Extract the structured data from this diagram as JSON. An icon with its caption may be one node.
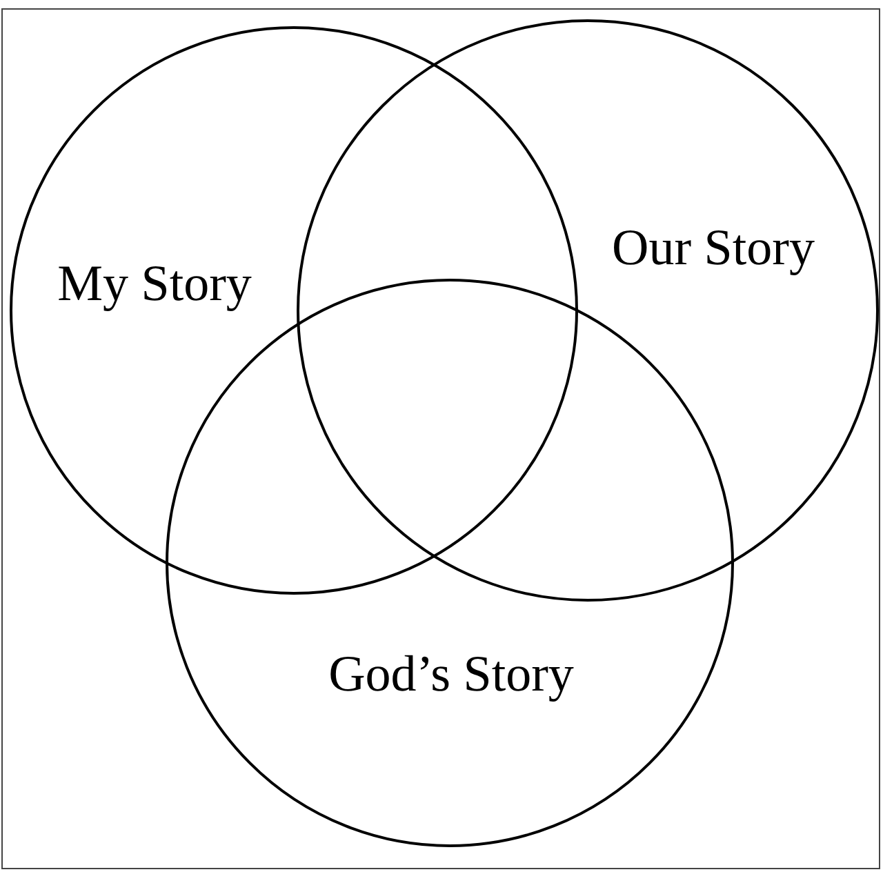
{
  "diagram": {
    "nodes": [
      {
        "text": [
          "My Story"
        ]
      },
      {
        "text": [
          "Our Story"
        ]
      },
      {
        "text": [
          "God’s Story"
        ]
      }
    ]
  }
}
